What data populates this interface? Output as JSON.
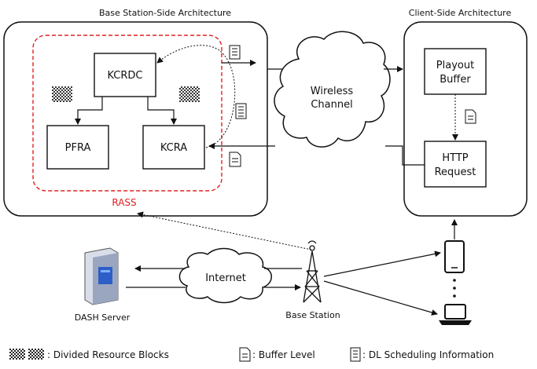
{
  "headers": {
    "base_station_side": "Base Station-Side Architecture",
    "client_side": "Client-Side Architecture"
  },
  "blocks": {
    "kcrdc": "KCRDC",
    "pfra": "PFRA",
    "kcra": "KCRA",
    "rass": "RASS",
    "wireless_line1": "Wireless",
    "wireless_line2": "Channel",
    "playout_line1": "Playout",
    "playout_line2": "Buffer",
    "http_line1": "HTTP",
    "http_line2": "Request",
    "internet": "Internet"
  },
  "nodes": {
    "dash_server": "DASH Server",
    "base_station": "Base Station"
  },
  "legend": {
    "divided_resource_blocks": ": Divided Resource Blocks",
    "buffer_level": ": Buffer Level",
    "dl_scheduling": ": DL Scheduling Information"
  },
  "colors": {
    "rass_red": "#e02020",
    "server_blue": "#2e5fc8"
  }
}
